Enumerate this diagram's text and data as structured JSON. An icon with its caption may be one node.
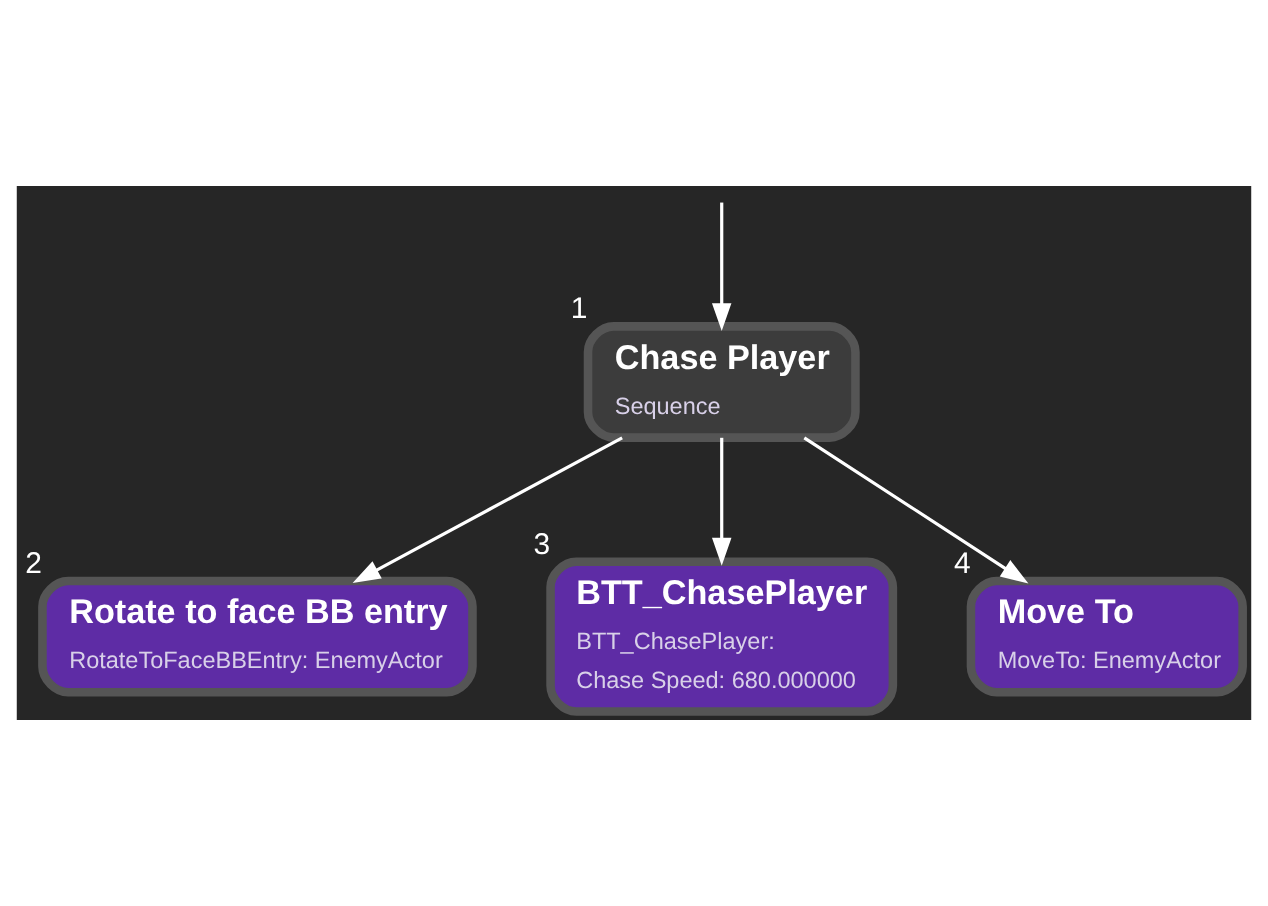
{
  "diagram": {
    "nodes": [
      {
        "text": [
          "Chase Player",
          "Sequence"
        ],
        "beside": [
          "1"
        ]
      },
      {
        "text": [
          "Rotate to face BB entry",
          "RotateToFaceBBEntry: EnemyActor"
        ],
        "beside": [
          "2"
        ]
      },
      {
        "text": [
          "BTT_ChasePlayer",
          "BTT_ChasePlayer:",
          "Chase Speed: 680.000000"
        ],
        "beside": [
          "3"
        ]
      },
      {
        "text": [
          "Move To",
          "MoveTo: EnemyActor"
        ],
        "beside": [
          "4"
        ]
      }
    ],
    "edges": [
      {
        "from": null,
        "to": 0,
        "arrow": "to"
      },
      {
        "from": 0,
        "to": 1,
        "arrow": "to"
      },
      {
        "from": 0,
        "to": 2,
        "arrow": "to"
      },
      {
        "from": 0,
        "to": 3,
        "arrow": "to"
      }
    ]
  }
}
